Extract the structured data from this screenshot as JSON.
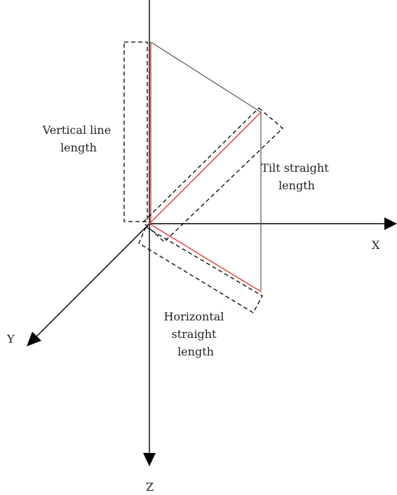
{
  "axes": {
    "x": "X",
    "y": "Y",
    "z": "Z"
  },
  "labels": {
    "vertical": [
      "Vertical line",
      "length"
    ],
    "tilt": [
      "Tilt straight",
      "length"
    ],
    "horizontal": [
      "Horizontal",
      "straight",
      "length"
    ]
  },
  "colors": {
    "axis": "#000000",
    "frame": "#555555",
    "highlight": "#e0403a",
    "bracket": "#000000"
  }
}
